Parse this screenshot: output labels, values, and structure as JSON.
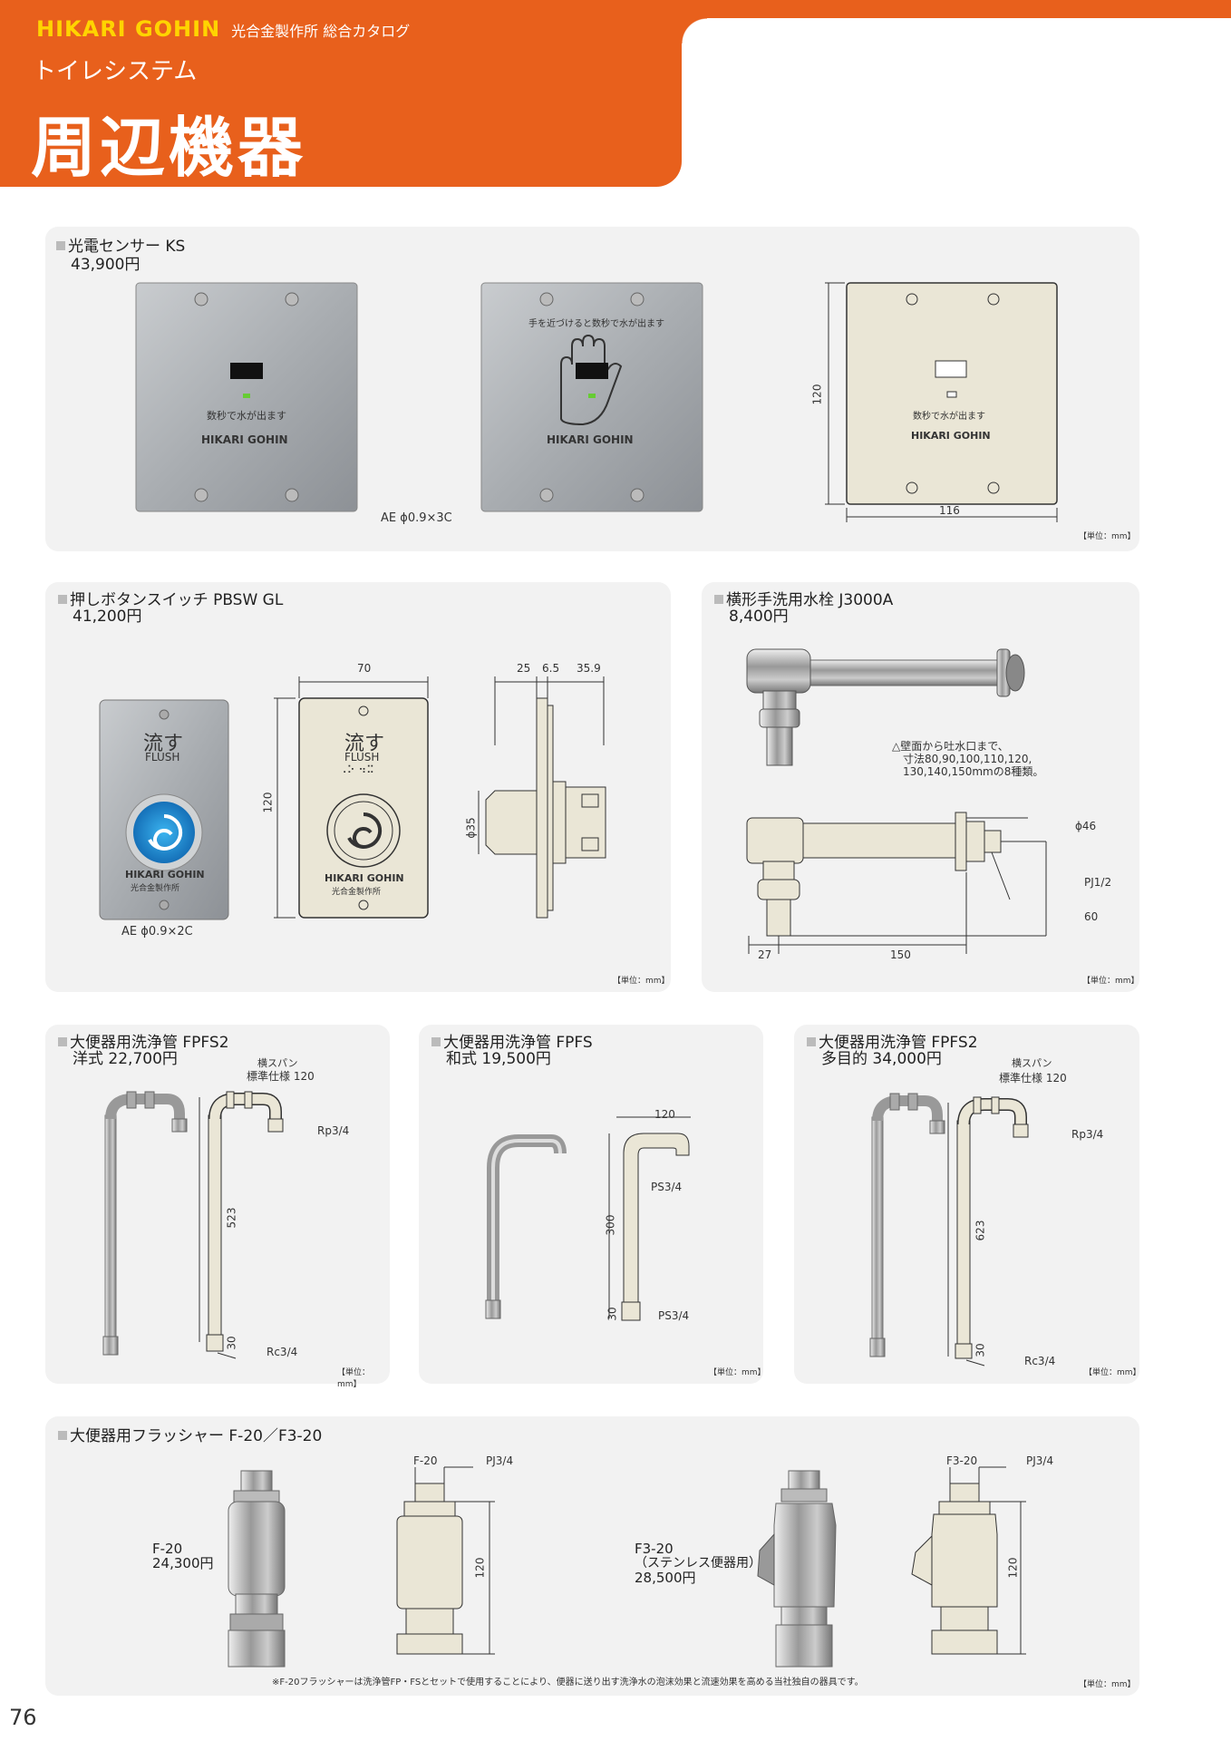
{
  "header": {
    "brand_logo": "HIKARI GOHIN",
    "brand_sub": "光合金製作所 総合カタログ",
    "section_sub": "トイレシステム",
    "section_title": "周辺機器"
  },
  "sensor": {
    "title": "光電センサー KS",
    "price": "43,900円",
    "face_text": "数秒で水が出ます",
    "face_text_hand": "手を近づけると数秒で水が出ます",
    "face_logo": "HIKARI GOHIN",
    "cable": "AE ϕ0.9×3C",
    "dim_height": "120",
    "dim_width": "116",
    "unit": "【単位：mm】"
  },
  "button_switch": {
    "title": "押しボタンスイッチ PBSW GL",
    "price": "41,200円",
    "label_jp": "流す",
    "label_en": "FLUSH",
    "braille": "⠠⠕ ⠲⠭",
    "logo": "HIKARI GOHIN",
    "maker": "光合金製作所",
    "cable": "AE ϕ0.9×2C",
    "dim_width": "70",
    "dim_height": "120",
    "dim_d1": "25",
    "dim_d2": "6.5",
    "dim_d3": "35.9",
    "dim_dia": "ϕ35",
    "unit": "【単位：mm】"
  },
  "faucet": {
    "title": "横形手洗用水栓 J3000A",
    "price": "8,400円",
    "note_line1": "△壁面から吐水口まで、",
    "note_line2": "寸法80,90,100,110,120,",
    "note_line3": "130,140,150mmの8種類。",
    "dim_dia": "ϕ46",
    "dim_pj": "PJ1/2",
    "dim_60": "60",
    "dim_27": "27",
    "dim_150": "150",
    "unit": "【単位：mm】"
  },
  "pipe1": {
    "title": "大便器用洗浄管 FPFS2",
    "price": "洋式 22,700円",
    "span_label1": "横スパン",
    "span_label2": "標準仕様 120",
    "rp": "Rp3/4",
    "dim_len": "523",
    "dim_30": "30",
    "rc": "Rc3/4",
    "unit": "【単位：mm】"
  },
  "pipe2": {
    "title": "大便器用洗浄管 FPFS",
    "price": "和式 19,500円",
    "dim_120": "120",
    "ps_top": "PS3/4",
    "dim_len": "300",
    "dim_30": "30",
    "ps_bottom": "PS3/4",
    "unit": "【単位：mm】"
  },
  "pipe3": {
    "title": "大便器用洗浄管 FPFS2",
    "price": "多目的 34,000円",
    "span_label1": "横スパン",
    "span_label2": "標準仕様 120",
    "rp": "Rp3/4",
    "dim_len": "623",
    "dim_30": "30",
    "rc": "Rc3/4",
    "unit": "【単位：mm】"
  },
  "flusher": {
    "title": "大便器用フラッシャー F-20／F3-20",
    "f20_name": "F-20",
    "f20_price": "24,300円",
    "f20_dim_label": "F-20",
    "f20_pj": "PJ3/4",
    "f20_dim_len": "120",
    "f320_name": "F3-20",
    "f320_sub": "（ステンレス便器用）",
    "f320_price": "28,500円",
    "f320_dim_label": "F3-20",
    "f320_pj": "PJ3/4",
    "f320_dim_len": "120",
    "footnote": "※F-20フラッシャーは洗浄管FP・FSとセットで使用することにより、便器に送り出す洗浄水の泡沫効果と流速効果を高める当社独自の器具です。",
    "unit": "【単位：mm】"
  },
  "page_number": "76"
}
